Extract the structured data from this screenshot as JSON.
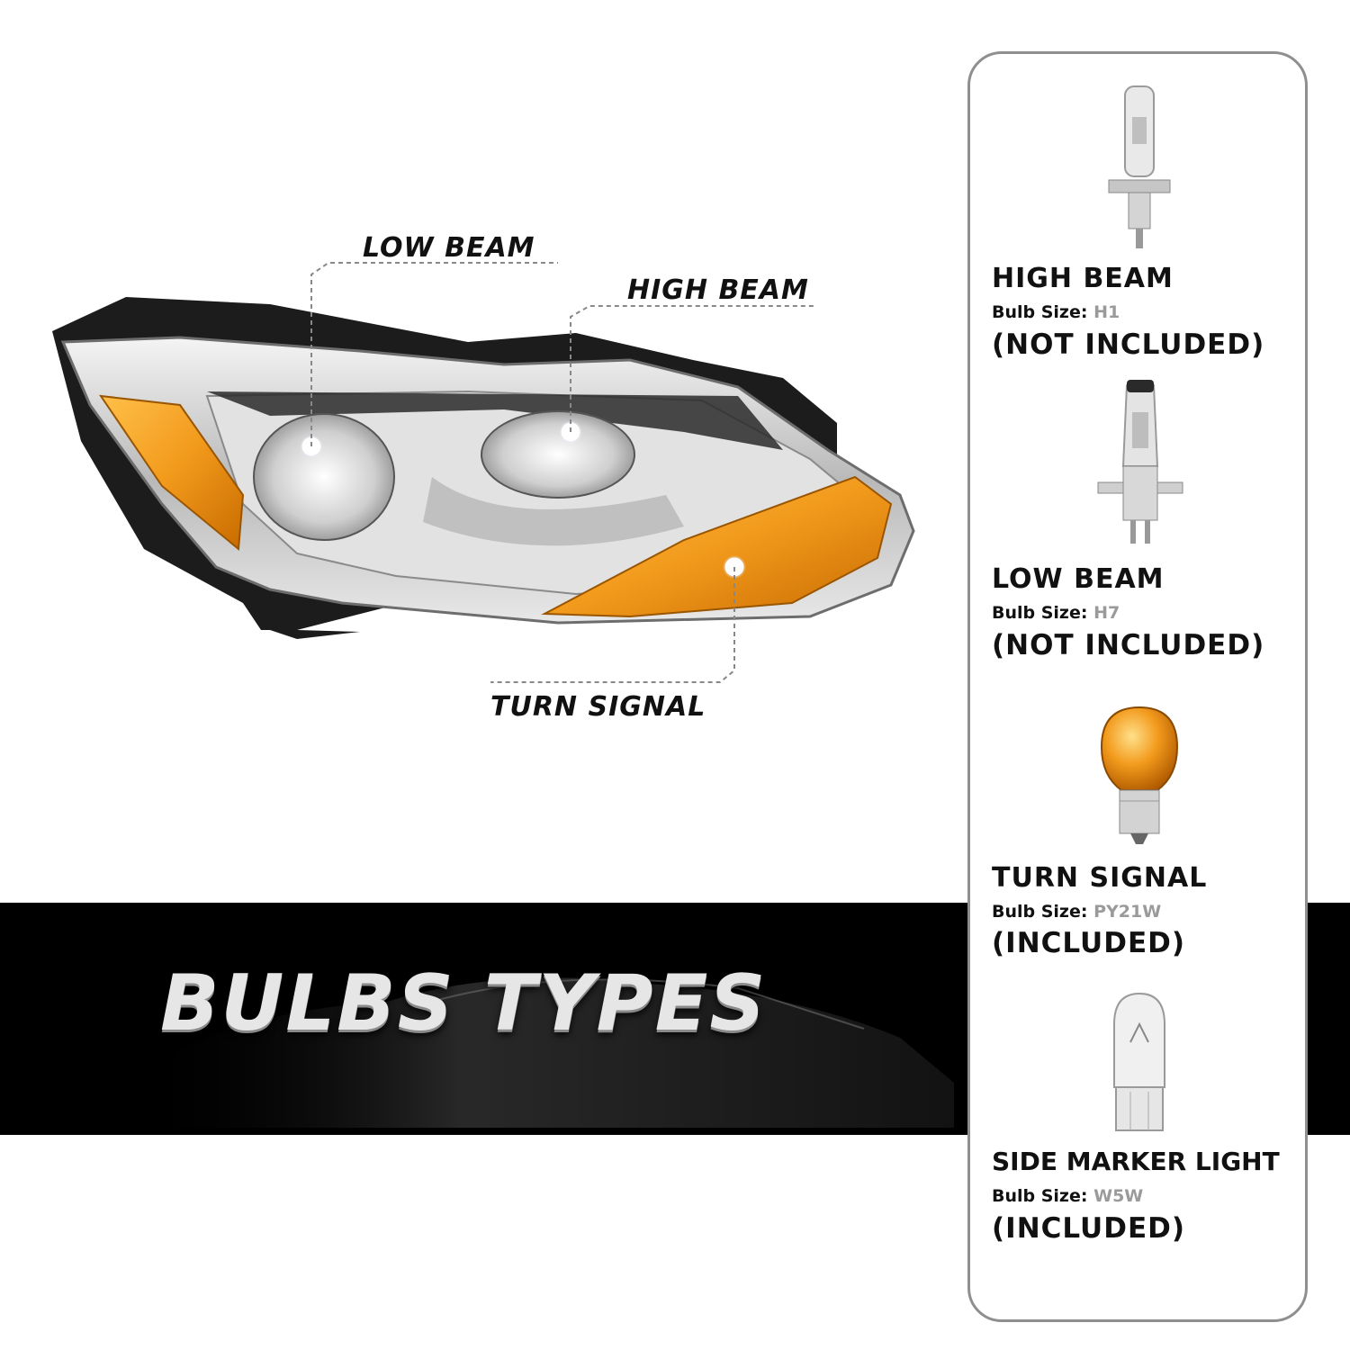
{
  "callouts": {
    "low_beam": "LOW BEAM",
    "high_beam": "HIGH BEAM",
    "turn_signal": "TURN SIGNAL"
  },
  "banner": {
    "title": "BULBS TYPES"
  },
  "bulbs": [
    {
      "name": "HIGH BEAM",
      "size_label": "Bulb Size:",
      "size_value": "H1",
      "status": "(NOT INCLUDED)",
      "icon": "h1-bulb-icon"
    },
    {
      "name": "LOW BEAM",
      "size_label": "Bulb Size:",
      "size_value": "H7",
      "status": "(NOT INCLUDED)",
      "icon": "h7-bulb-icon"
    },
    {
      "name": "TURN SIGNAL",
      "size_label": "Bulb Size:",
      "size_value": "PY21W",
      "status": "(INCLUDED)",
      "icon": "py21w-bulb-icon"
    },
    {
      "name": "SIDE MARKER LIGHT",
      "size_label": "Bulb Size:",
      "size_value": "W5W",
      "status": "(INCLUDED)",
      "icon": "w5w-bulb-icon"
    }
  ],
  "colors": {
    "amber": "#f29a1c",
    "chrome": "#c9c9c9",
    "panel_border": "#8f8f8f",
    "banner_bg": "#000000"
  }
}
